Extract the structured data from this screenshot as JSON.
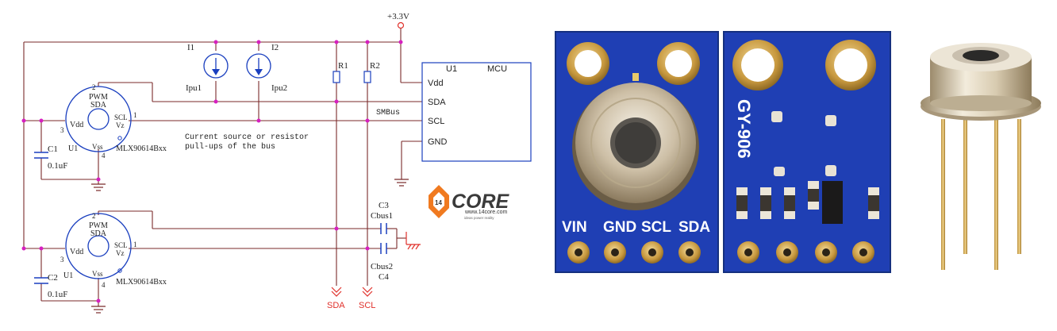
{
  "schematic": {
    "supply_label": "+3.3V",
    "current_sources": [
      {
        "ref": "I1",
        "name": "Ipu1"
      },
      {
        "ref": "I2",
        "name": "Ipu2"
      }
    ],
    "resistors": [
      "R1",
      "R2"
    ],
    "mcu": {
      "ref": "U1",
      "name": "MCU",
      "pins": [
        "Vdd",
        "SDA",
        "SCL",
        "GND"
      ]
    },
    "bus_label": "SMBus",
    "note_line1": "Current source or resistor",
    "note_line2": "pull-ups of the bus",
    "sensors": [
      {
        "pin_top_line1": "PWM",
        "pin_top_line2": "SDA",
        "pin_left": "Vdd",
        "pin_right_line1": "SCL",
        "pin_right_line2": "Vz",
        "ref": "U1",
        "pin_bottom": "Vss",
        "part": "MLX90614Bxx",
        "pin2": "2",
        "pin1": "1",
        "pin3": "3",
        "pin4": "4",
        "cap_ref": "C1",
        "cap_value": "0.1uF"
      },
      {
        "pin_top_line1": "PWM",
        "pin_top_line2": "SDA",
        "pin_left": "Vdd",
        "pin_right_line1": "SCL",
        "pin_right_line2": "Vz",
        "ref": "U1",
        "pin_bottom": "Vss",
        "part": "MLX90614Bxx",
        "pin2": "2",
        "pin1": "1",
        "pin3": "3",
        "pin4": "4",
        "cap_ref": "C2",
        "cap_value": "0.1uF"
      }
    ],
    "bus_caps": [
      {
        "ref": "C3",
        "name": "Cbus1"
      },
      {
        "ref": "C4",
        "name": "Cbus2"
      }
    ],
    "outputs": [
      "SDA",
      "SCL"
    ]
  },
  "logo": {
    "text": "CORE",
    "url": "www.14core.com",
    "tagline": "ideas power reality"
  },
  "module_front": {
    "pins": [
      "VIN",
      "GND",
      "SCL",
      "SDA"
    ]
  },
  "module_back": {
    "label": "GY-906"
  },
  "colors": {
    "wire": "#7a2a2a",
    "component": "#1a3fbf",
    "junction": "#d620c0",
    "signal": "#e0302a",
    "pcb": "#1f3fb4",
    "gold": "#d2a24c"
  }
}
